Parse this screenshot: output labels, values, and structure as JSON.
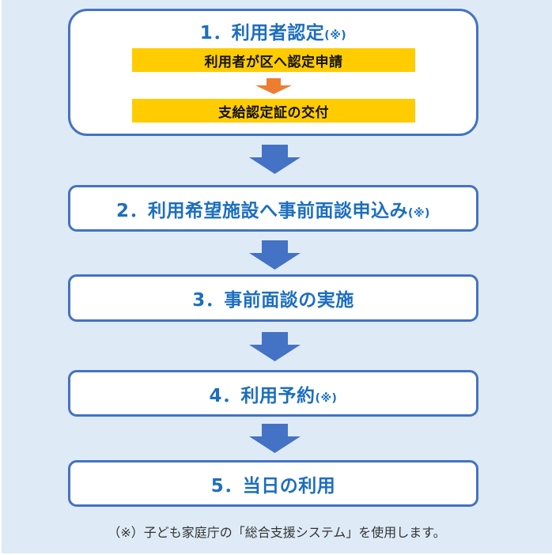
{
  "colors": {
    "background": "#DEEBF7",
    "box_border": "#4472C4",
    "title_text": "#1C6EBF",
    "substep_fill": "#FFCC00",
    "inner_arrow": "#ED7D31",
    "flow_arrow": "#4472C4"
  },
  "steps": [
    {
      "number": "1．",
      "label": "利用者認定",
      "note": "(※)",
      "substeps": [
        {
          "label": "利用者が区へ認定申請"
        },
        {
          "label": "支給認定証の交付"
        }
      ]
    },
    {
      "number": "2．",
      "label": "利用希望施設へ事前面談申込み",
      "note": "(※)"
    },
    {
      "number": "3．",
      "label": "事前面談の実施",
      "note": ""
    },
    {
      "number": "4．",
      "label": "利用予約",
      "note": "(※)"
    },
    {
      "number": "5．",
      "label": "当日の利用",
      "note": ""
    }
  ],
  "footnote": "（※）子ども家庭庁の「総合支援システム」を使用します。"
}
